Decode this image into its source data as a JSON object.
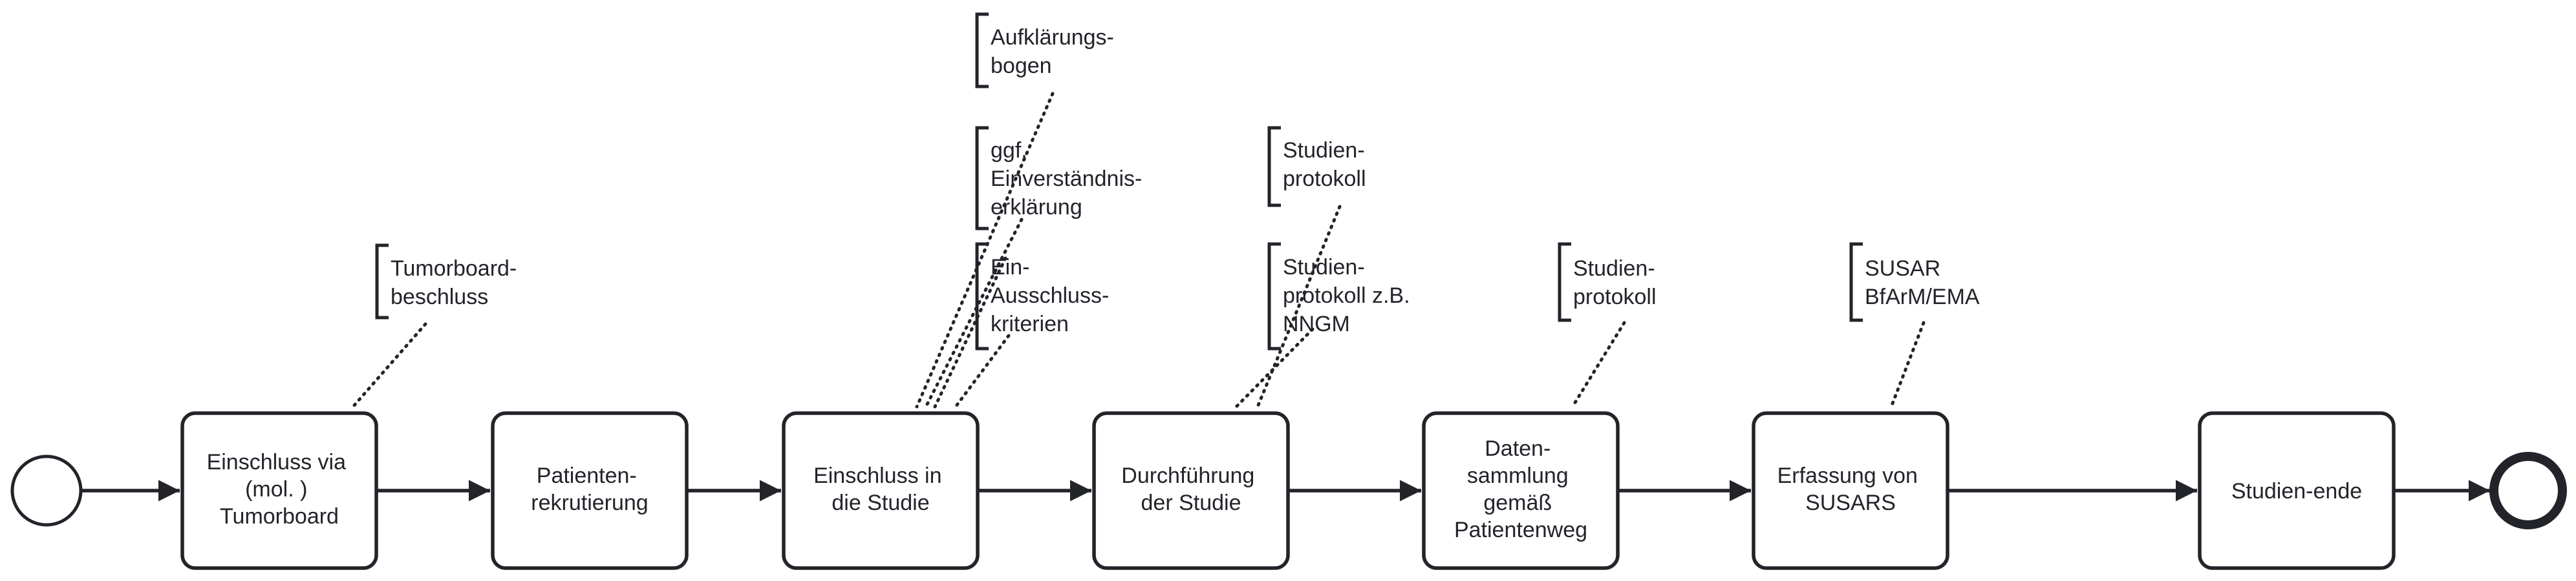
{
  "diagram": {
    "start_event": {
      "type": "start-event"
    },
    "end_event": {
      "type": "end-event"
    },
    "tasks": [
      {
        "id": "t1",
        "lines": [
          "Einschluss via",
          "(mol. )",
          "Tumorboard"
        ]
      },
      {
        "id": "t2",
        "lines": [
          "Patienten-",
          "rekrutierung"
        ]
      },
      {
        "id": "t3",
        "lines": [
          "Einschluss in",
          "die Studie"
        ]
      },
      {
        "id": "t4",
        "lines": [
          "Durchführung",
          "der Studie"
        ]
      },
      {
        "id": "t5",
        "lines": [
          "Daten-",
          "sammlung",
          "gemäß",
          "Patientenweg"
        ]
      },
      {
        "id": "t6",
        "lines": [
          "Erfassung von",
          "SUSARS"
        ]
      },
      {
        "id": "t7",
        "lines": [
          "Studien-ende"
        ]
      }
    ],
    "annotations": [
      {
        "id": "a1",
        "task": "t1",
        "lines": [
          "Tumorboard-",
          "beschluss"
        ]
      },
      {
        "id": "a2",
        "task": "t3",
        "lines": [
          "Aufklärungs-",
          "bogen"
        ]
      },
      {
        "id": "a3",
        "task": "t3",
        "lines": [
          "ggf.",
          "Einverständnis-",
          "erklärung"
        ]
      },
      {
        "id": "a4",
        "task": "t3",
        "lines": [
          "Ein-",
          "Ausschluss-",
          "kriterien"
        ]
      },
      {
        "id": "a5",
        "task": "t4",
        "lines": [
          "Studien-",
          "protokoll"
        ]
      },
      {
        "id": "a6",
        "task": "t4",
        "lines": [
          "Studien-",
          "protokoll z.B.",
          "NNGM"
        ]
      },
      {
        "id": "a7",
        "task": "t5",
        "lines": [
          "Studien-",
          "protokoll"
        ]
      },
      {
        "id": "a8",
        "task": "t6",
        "lines": [
          "SUSAR",
          "BfArM/EMA"
        ]
      }
    ]
  }
}
